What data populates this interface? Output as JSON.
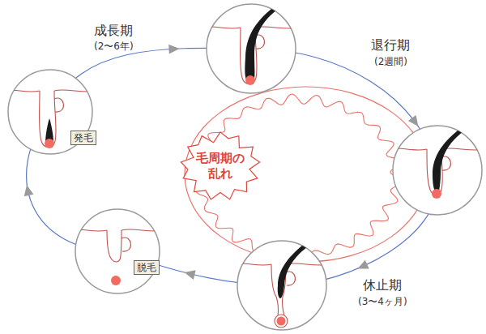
{
  "diagram": {
    "nodes": [
      {
        "text": [
          "毛周期の 乱れ"
        ]
      },
      {
        "text": [
          "発毛"
        ]
      },
      {
        "text": [
          "脱毛"
        ]
      }
    ],
    "labels": [
      "成長期",
      "(2〜6年)",
      "退行期",
      "(2週間)",
      "休止期",
      "(3〜4ヶ月)"
    ]
  }
}
